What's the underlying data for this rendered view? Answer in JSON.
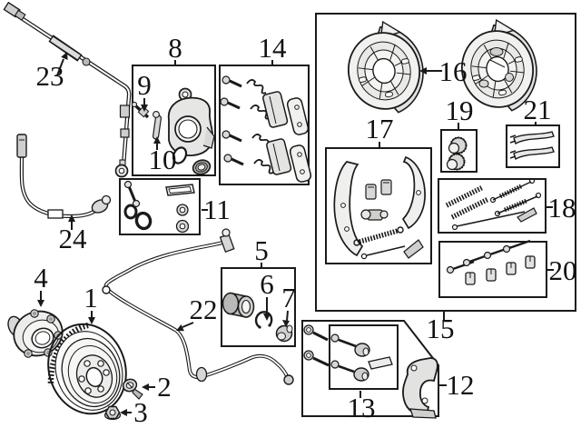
{
  "diagram": {
    "kind": "exploded-parts-diagram",
    "subject": "rear disc brake assembly",
    "colors": {
      "line": "#1a1a1a",
      "background": "#ffffff",
      "shade_light": "#ececea",
      "shade_mid": "#cfcfcd",
      "shade_dark": "#9a9a98"
    }
  },
  "callouts": [
    {
      "id": 1,
      "label": "1",
      "part": "brake-rotor"
    },
    {
      "id": 2,
      "label": "2",
      "part": "rotor-retaining-screw"
    },
    {
      "id": 3,
      "label": "3",
      "part": "flange-nut"
    },
    {
      "id": 4,
      "label": "4",
      "part": "wheel-hub"
    },
    {
      "id": 5,
      "label": "5",
      "part": "hub-bearing-kit-box"
    },
    {
      "id": 6,
      "label": "6",
      "part": "snap-ring"
    },
    {
      "id": 7,
      "label": "7",
      "part": "hub-nut"
    },
    {
      "id": 8,
      "label": "8",
      "part": "caliper-assembly-box"
    },
    {
      "id": 9,
      "label": "9",
      "part": "bleeder-screw"
    },
    {
      "id": 10,
      "label": "10",
      "part": "caliper-pin"
    },
    {
      "id": 11,
      "label": "11",
      "part": "caliper-repair-kit-box"
    },
    {
      "id": 12,
      "label": "12",
      "part": "caliper-mount-box"
    },
    {
      "id": 13,
      "label": "13",
      "part": "guide-pin-kit-box"
    },
    {
      "id": 14,
      "label": "14",
      "part": "brake-pad-kit-box"
    },
    {
      "id": 15,
      "label": "15",
      "part": "parking-brake-hardware-box"
    },
    {
      "id": 16,
      "label": "16",
      "part": "backing-plate"
    },
    {
      "id": 17,
      "label": "17",
      "part": "brake-shoe-kit-box"
    },
    {
      "id": 18,
      "label": "18",
      "part": "spring-kit-box"
    },
    {
      "id": 19,
      "label": "19",
      "part": "adjuster-kit-box"
    },
    {
      "id": 20,
      "label": "20",
      "part": "hold-down-pin-kit-box"
    },
    {
      "id": 21,
      "label": "21",
      "part": "lever-kit-box"
    },
    {
      "id": 22,
      "label": "22",
      "part": "abs-wire-harness"
    },
    {
      "id": 23,
      "label": "23",
      "part": "brake-hose"
    },
    {
      "id": 24,
      "label": "24",
      "part": "abs-speed-sensor"
    }
  ]
}
